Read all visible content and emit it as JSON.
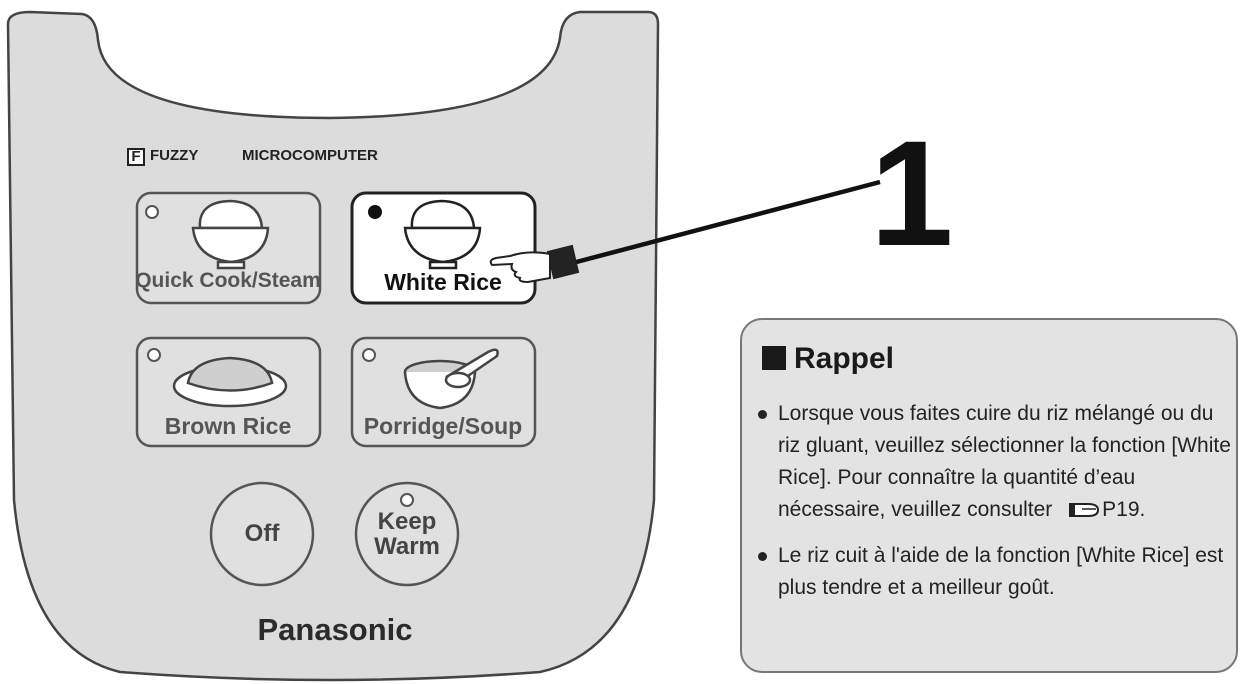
{
  "panel": {
    "brand_icon": "F",
    "fuzzy_label": "FUZZY",
    "microcomputer_label": "MICROCOMPUTER",
    "brand_name": "Panasonic",
    "buttons": {
      "quick_cook": {
        "label": "Quick Cook/Steam",
        "icon": "rice-bowl-icon",
        "indicator_lit": false
      },
      "white_rice": {
        "label": "White Rice",
        "icon": "rice-bowl-icon",
        "indicator_lit": true,
        "selected": true
      },
      "brown_rice": {
        "label": "Brown Rice",
        "icon": "rice-plate-icon",
        "indicator_lit": false
      },
      "porridge_soup": {
        "label": "Porridge/Soup",
        "icon": "soup-bowl-spoon-icon",
        "indicator_lit": false
      }
    },
    "off_button": {
      "label": "Off"
    },
    "keep_warm_button": {
      "label_line1": "Keep",
      "label_line2": "Warm",
      "indicator_lit": false
    }
  },
  "callout": {
    "number": "1",
    "pointer_icon": "pointing-hand-icon"
  },
  "note": {
    "heading": "Rappel",
    "items": [
      {
        "text": "Lorsque vous faites cuire du riz mélangé ou du riz gluant, veuillez sélectionner la fonction [White Rice]. Pour connaître la quantité d’eau nécessaire, veuillez consulter",
        "ref": "P19."
      },
      {
        "text": "Le riz cuit à l'aide de la fonction [White Rice] est plus tendre et a meilleur goût."
      }
    ]
  },
  "colors": {
    "panel_fill": "#dcdcdc",
    "outline": "#333333",
    "active_button_fill": "#ffffff",
    "button_fill": "#e0e0e0",
    "note_fill": "#e3e3e3"
  }
}
